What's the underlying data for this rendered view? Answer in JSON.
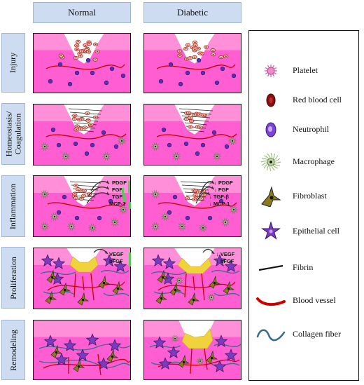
{
  "columns": [
    "Normal",
    "Diabetic"
  ],
  "rows": [
    {
      "label_lines": [
        "Injury"
      ]
    },
    {
      "label_lines": [
        "Homeostasis/",
        "Coagulation"
      ]
    },
    {
      "label_lines": [
        "Inflammation"
      ]
    },
    {
      "label_lines": [
        "Proliferation"
      ]
    },
    {
      "label_lines": [
        "Remodeling"
      ]
    }
  ],
  "factors": {
    "inflammation_normal": [
      "PDGF",
      "FGF",
      "TGF",
      "MCP-1"
    ],
    "inflammation_diabetic": [
      "↓ PDGF",
      "↓ FGF",
      "↓ TGF-β",
      "↓ MCP-1"
    ],
    "proliferation_normal": [
      "VEGF",
      "bFGF"
    ],
    "proliferation_diabetic": [
      "↓ VEGF",
      "↓ bFGF"
    ]
  },
  "legend": [
    {
      "icon": "platelet-icon",
      "label": "Platelet"
    },
    {
      "icon": "red-blood-cell-icon",
      "label": "Red blood cell"
    },
    {
      "icon": "neutrophil-icon",
      "label": "Neutrophil"
    },
    {
      "icon": "macrophage-icon",
      "label": "Macrophage"
    },
    {
      "icon": "fibroblast-icon",
      "label": "Fibroblast"
    },
    {
      "icon": "epithelial-cell-icon",
      "label": "Epithelial cell"
    },
    {
      "icon": "fibrin-icon",
      "label": "Fibrin"
    },
    {
      "icon": "blood-vessel-icon",
      "label": "Blood vessel"
    },
    {
      "icon": "collagen-fiber-icon",
      "label": "Collagen fiber"
    }
  ],
  "colors": {
    "skin_upper": "#ff8fd8",
    "skin_lower": "#ff5ed2",
    "label_bg": "#cddcf0",
    "vessel": "#cc0000",
    "collagen": "#3a6d8c",
    "neutrophil": "#5a2fb0",
    "epithelial": "#7a3bbf",
    "granulation": "#f0d33c",
    "up_arrow": "#5cc85c"
  }
}
